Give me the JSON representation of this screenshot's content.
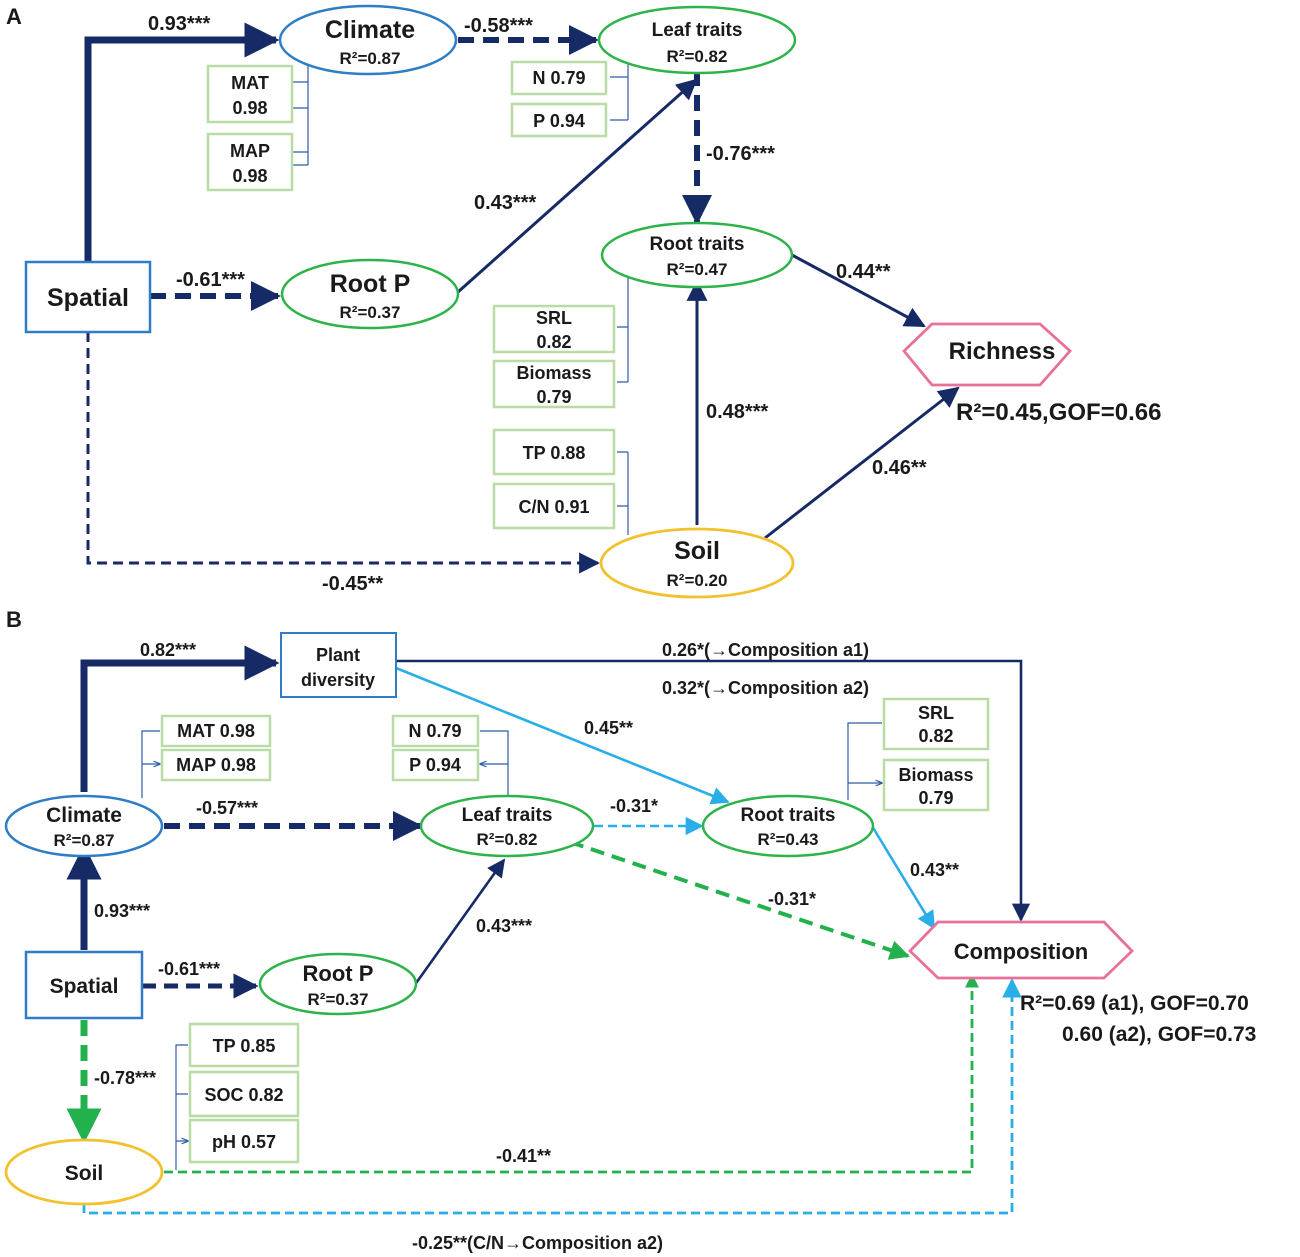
{
  "colors": {
    "navy": "#162a66",
    "sky": "#29aee8",
    "green": "#22b14c",
    "climate_blue": "#2e7dc6",
    "node_green": "#2db34a",
    "soil_yellow": "#f2c12e",
    "richness_pink": "#e8709a",
    "indicator_border": "#b9dca6",
    "spatial_blue": "#2e7dc6"
  },
  "panel_a": {
    "label": "A",
    "nodes": {
      "spatial": {
        "title": "Spatial"
      },
      "climate": {
        "title": "Climate",
        "r2": "R²=0.87"
      },
      "leaf": {
        "title": "Leaf traits",
        "r2": "R²=0.82"
      },
      "rootp": {
        "title": "Root P",
        "r2": "R²=0.37"
      },
      "root": {
        "title": "Root traits",
        "r2": "R²=0.47"
      },
      "soil": {
        "title": "Soil",
        "r2": "R²=0.20"
      },
      "richness": {
        "title": "Richness"
      }
    },
    "indicators": {
      "mat": {
        "name": "MAT",
        "value": "0.98"
      },
      "map": {
        "name": "MAP",
        "value": "0.98"
      },
      "n": "N 0.79",
      "p": "P 0.94",
      "srl": {
        "name": "SRL",
        "value": "0.82"
      },
      "biomass": {
        "name": "Biomass",
        "value": "0.79"
      },
      "tp": "TP 0.88",
      "cn": "C/N 0.91"
    },
    "paths": {
      "spatial_climate": "0.93***",
      "climate_leaf": "-0.58***",
      "spatial_rootp": "-0.61***",
      "rootp_leaf": "0.43***",
      "leaf_root": "-0.76***",
      "root_richness": "0.44**",
      "soil_root": "0.48***",
      "soil_richness": "0.46**",
      "spatial_soil": "-0.45**"
    },
    "fit": "R²=0.45,GOF=0.66"
  },
  "panel_b": {
    "label": "B",
    "nodes": {
      "plant": {
        "line1": "Plant",
        "line2": "diversity"
      },
      "climate": {
        "title": "Climate",
        "r2": "R²=0.87"
      },
      "leaf": {
        "title": "Leaf traits",
        "r2": "R²=0.82"
      },
      "root": {
        "title": "Root traits",
        "r2": "R²=0.43"
      },
      "spatial": {
        "title": "Spatial"
      },
      "rootp": {
        "title": "Root P",
        "r2": "R²=0.37"
      },
      "composition": {
        "title": "Composition"
      },
      "soil": {
        "title": "Soil"
      }
    },
    "indicators": {
      "mat": "MAT 0.98",
      "map": "MAP 0.98",
      "n": "N 0.79",
      "p": "P 0.94",
      "srl": {
        "name": "SRL",
        "value": "0.82"
      },
      "biomass": {
        "name": "Biomass",
        "value": "0.79"
      },
      "tp": "TP 0.85",
      "soc": "SOC 0.82",
      "ph": "pH 0.57"
    },
    "paths": {
      "spatial_plant": "0.82***",
      "plant_comp_1": "0.26*(→Composition  a1)",
      "plant_comp_2": "0.32*(→Composition  a2)",
      "plant_root": "0.45**",
      "climate_leaf": "-0.57***",
      "leaf_root": "-0.31*",
      "root_comp": "0.43**",
      "leaf_comp": "-0.31*",
      "spatial_climate": "0.93***",
      "rootp_leaf": "0.43***",
      "spatial_rootp": "-0.61***",
      "spatial_soil": "-0.78***",
      "soil_comp": "-0.41**",
      "cn_comp": "-0.25**(C/N→Composition  a2)"
    },
    "fit_line1": "R²=0.69 (a1), GOF=0.70",
    "fit_line2": "0.60 (a2), GOF=0.73"
  }
}
